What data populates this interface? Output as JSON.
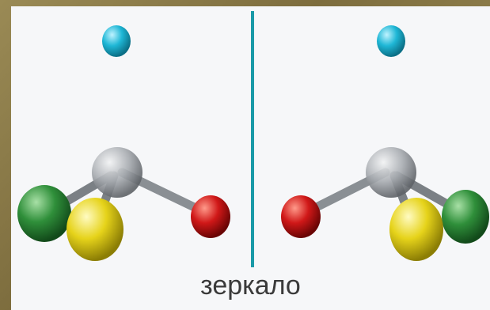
{
  "caption": "зеркало",
  "colors": {
    "background": "#f6f7f9",
    "frame": "#8a7a4a",
    "mirror": "#1a9aa8",
    "bond": "#8a8f94",
    "carbon": "#9ea3a8",
    "cyan_atom": "#1fb7d6",
    "green_atom": "#2f8f3a",
    "yellow_atom": "#e6d31a",
    "red_atom": "#d01818"
  },
  "molecules": [
    {
      "name": "left-enantiomer",
      "atoms": [
        "carbon",
        "cyan",
        "green",
        "yellow",
        "red"
      ]
    },
    {
      "name": "right-enantiomer",
      "atoms": [
        "carbon",
        "cyan",
        "green",
        "yellow",
        "red"
      ]
    }
  ]
}
